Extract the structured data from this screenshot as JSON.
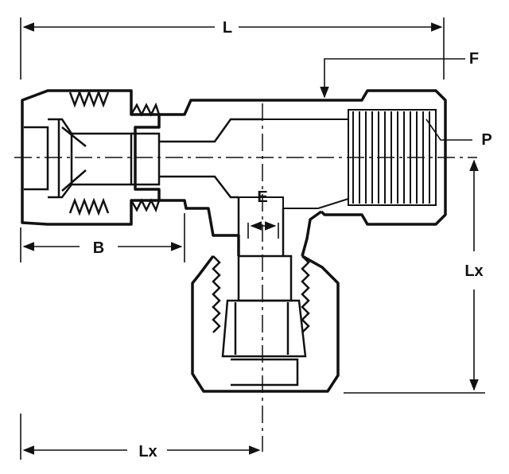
{
  "labels": {
    "L": "L",
    "F": "F",
    "P": "P",
    "E": "E",
    "B": "B",
    "Lx_right": "Lx",
    "Lx_bottom": "Lx"
  },
  "colors": {
    "line": "#111111",
    "background": "#ffffff"
  }
}
